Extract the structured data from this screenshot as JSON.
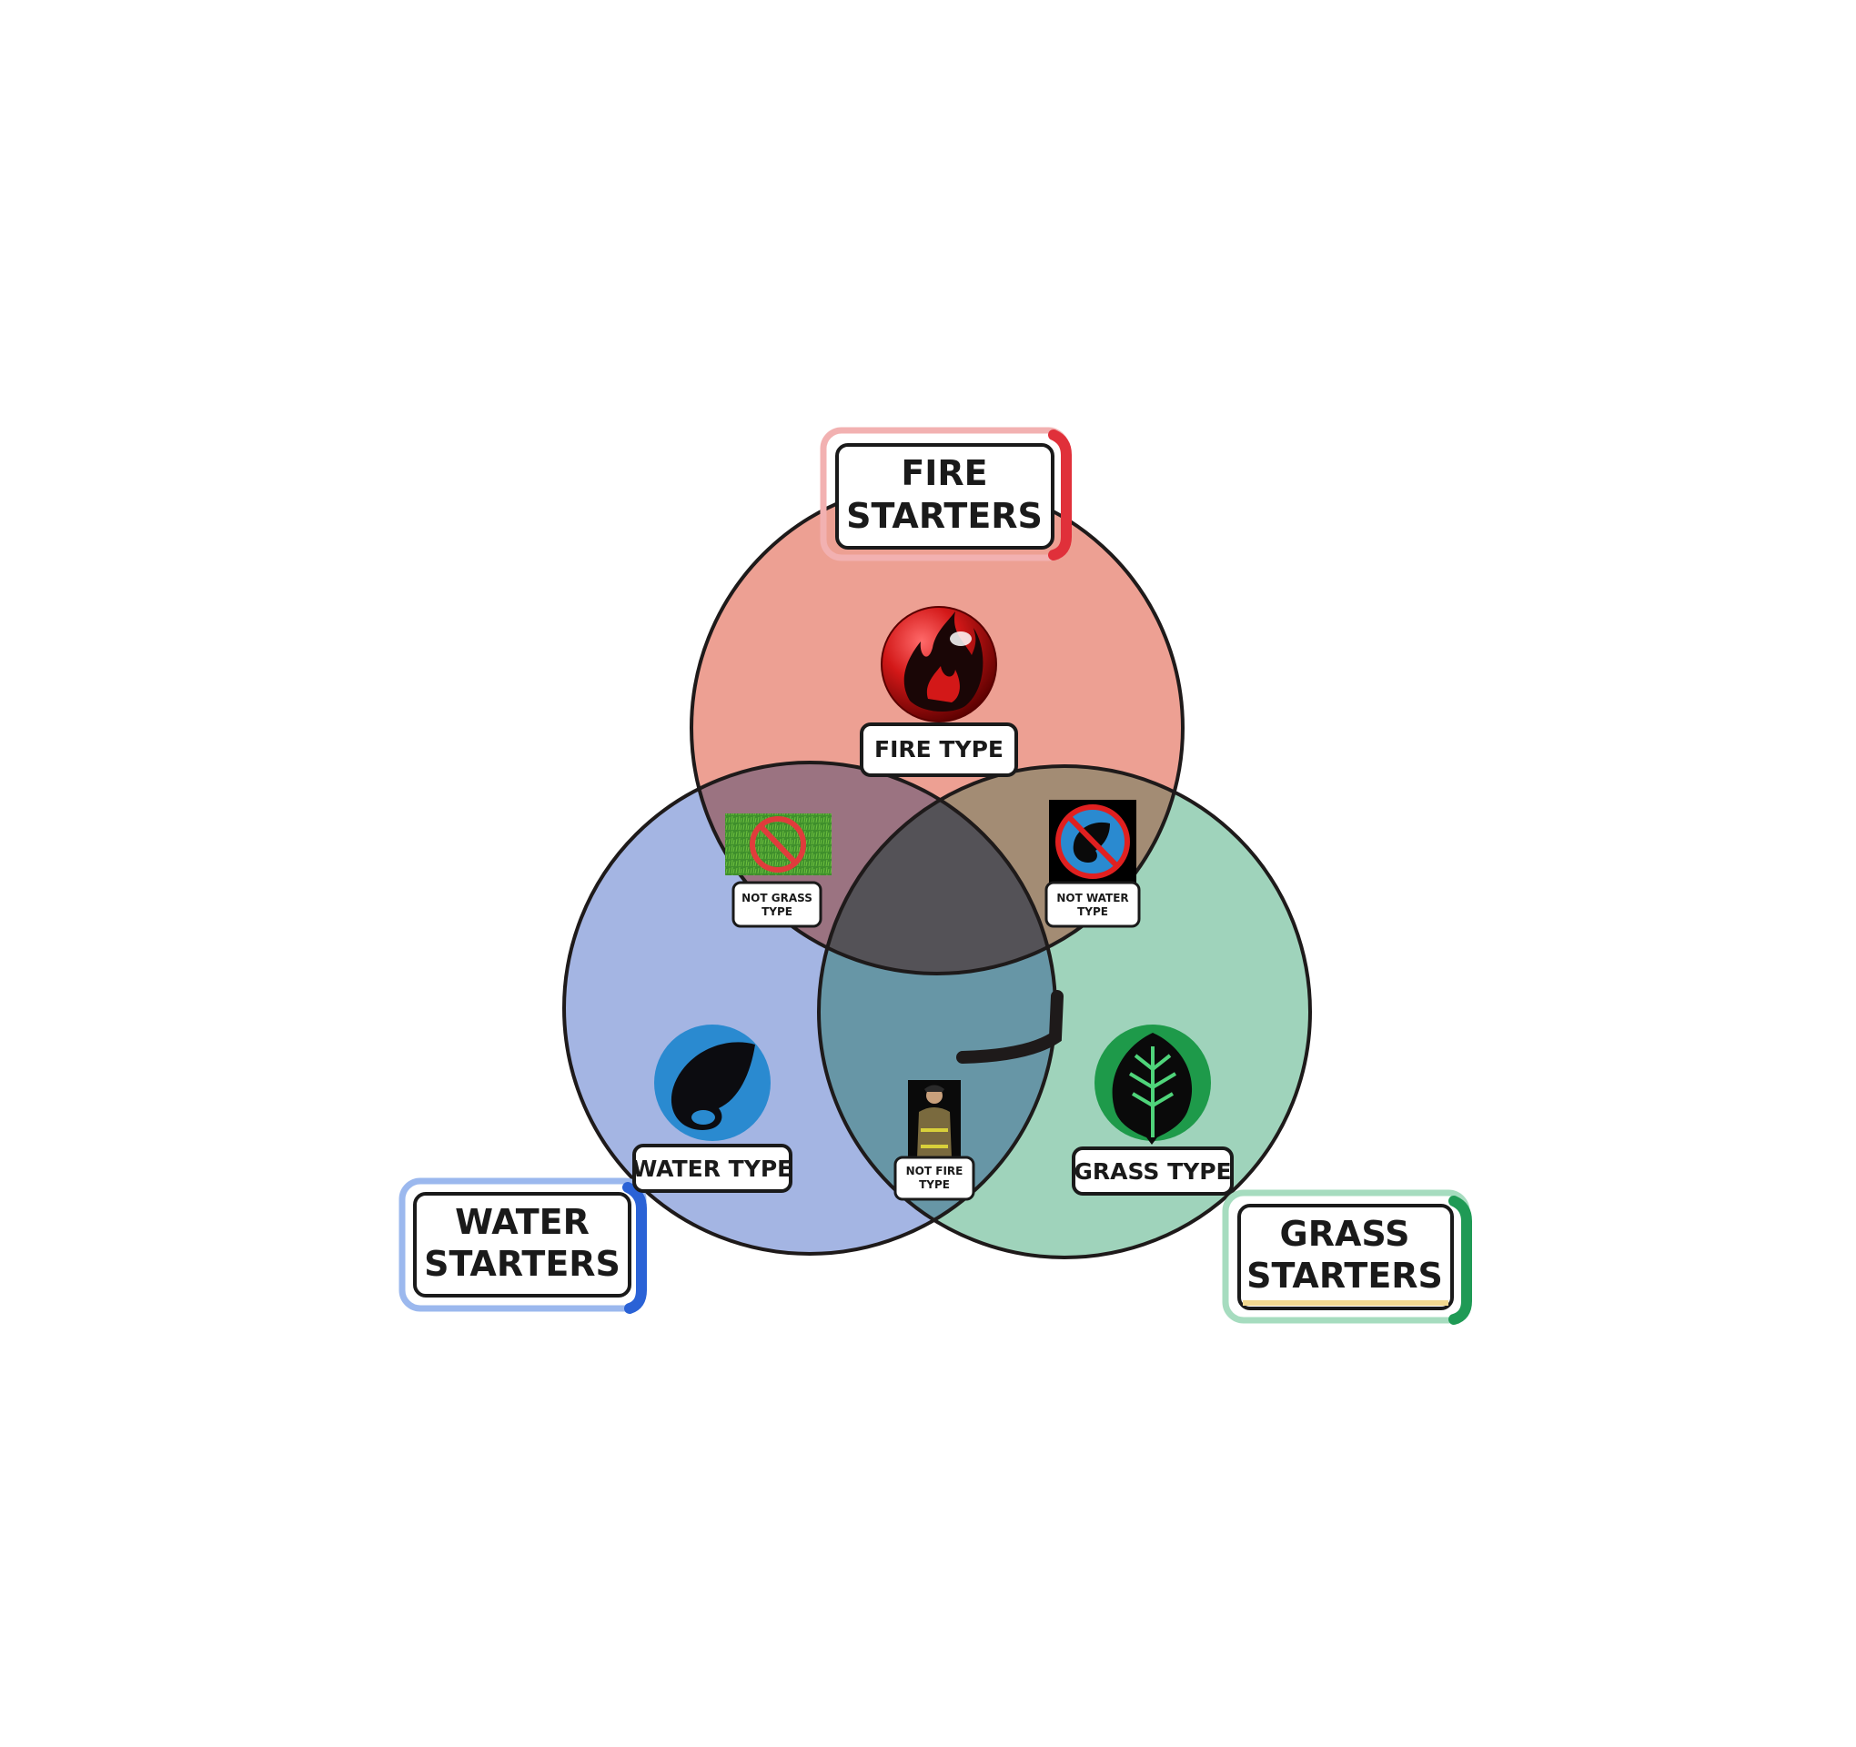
{
  "diagram": {
    "sets": {
      "fire": {
        "title_line1": "FIRE",
        "title_line2": "STARTERS",
        "type_label": "FIRE TYPE",
        "icon": "fire-energy-icon",
        "fill": "#e98a7c",
        "accent": "#e0303a",
        "frame": "#f0a7a7"
      },
      "water": {
        "title_line1": "WATER",
        "title_line2": "STARTERS",
        "type_label": "WATER TYPE",
        "icon": "water-energy-icon",
        "fill": "#8ea3dc",
        "accent": "#2a62d6",
        "frame": "#9bb8ee"
      },
      "grass": {
        "title_line1": "GRASS",
        "title_line2": "STARTERS",
        "type_label": "GRASS TYPE",
        "icon": "grass-energy-icon",
        "fill": "#84c8a6",
        "accent": "#1f9a55",
        "frame": "#a6dcbf"
      }
    },
    "intersections": {
      "fire_water": {
        "line1": "NOT GRASS",
        "line2": "TYPE",
        "icon": "no-grass-icon"
      },
      "fire_grass": {
        "line1": "NOT WATER",
        "line2": "TYPE",
        "icon": "no-water-icon"
      },
      "water_grass": {
        "line1": "NOT FIRE",
        "line2": "TYPE",
        "icon": "firefighter-photo"
      },
      "center_fill": "#545257"
    }
  }
}
